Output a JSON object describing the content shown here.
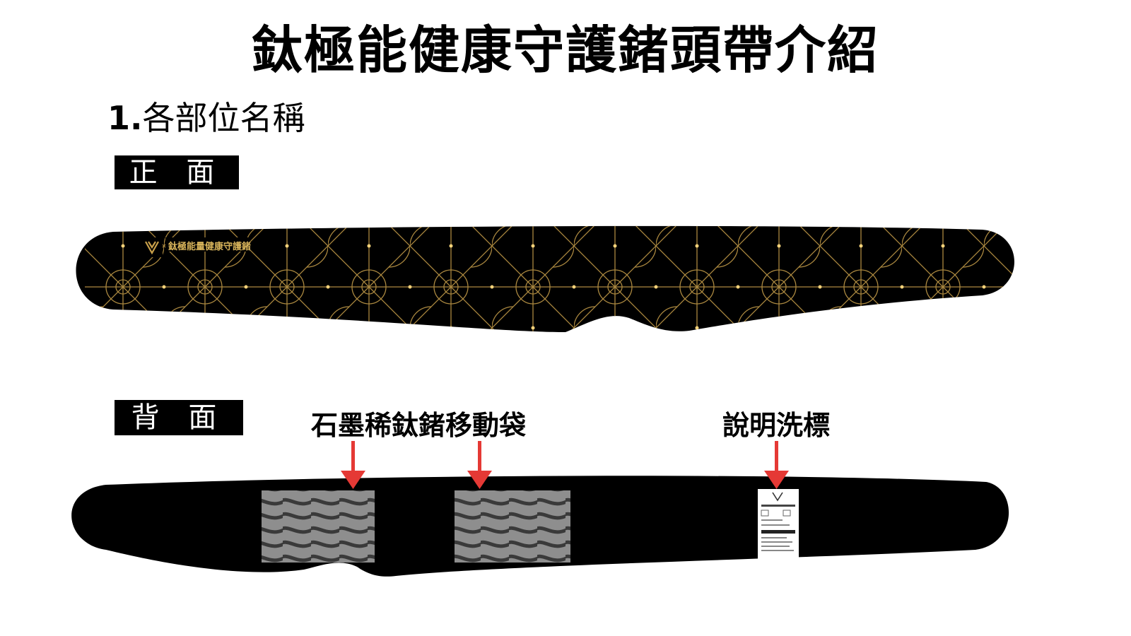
{
  "title": "鈦極能健康守護鍺頭帶介紹",
  "section": {
    "number": "1.",
    "text": "各部位名稱"
  },
  "front": {
    "label": "正 面",
    "logo_text": "鈦極能量健康守護鍺",
    "pattern_color": "#c9a04a",
    "band_color": "#000000"
  },
  "back": {
    "label": "背 面",
    "band_color": "#000000",
    "callouts": {
      "pockets": "石墨稀鈦鍺移動袋",
      "care_label": "說明洗標"
    },
    "arrow_color": "#e53935"
  }
}
